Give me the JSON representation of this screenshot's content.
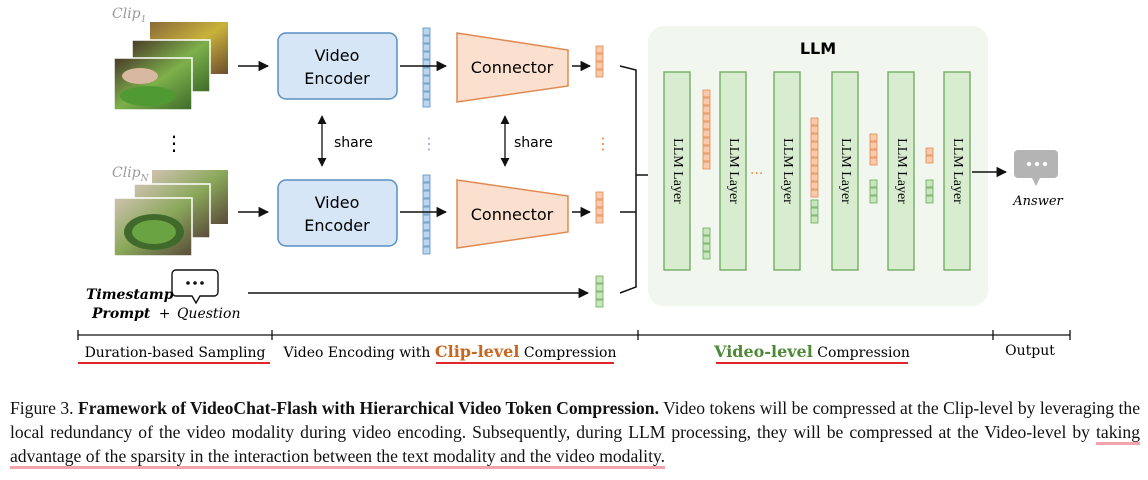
{
  "clips": {
    "first_label": "Clip",
    "first_sub": "1",
    "last_label": "Clip",
    "last_sub": "N"
  },
  "encoder": {
    "line1": "Video",
    "line2": "Encoder"
  },
  "connector": {
    "label": "Connector"
  },
  "share_label": "share",
  "ellipsis_v": "⋮",
  "llm": {
    "title": "LLM",
    "layer_label": "LLM Layer",
    "dots": "···"
  },
  "prompt": {
    "line1": "Timestamp",
    "line2": "Prompt",
    "plus": "+",
    "question": "Question"
  },
  "output": {
    "answer": "Answer"
  },
  "stages": [
    {
      "text": "Duration-based Sampling"
    },
    {
      "pre": "Video Encoding with ",
      "highlight": "Clip-level",
      "post": " Compression"
    },
    {
      "highlight": "Video-level",
      "post": " Compression"
    },
    {
      "text": "Output"
    }
  ],
  "colors": {
    "encoder_fill": "#d6e6f6",
    "encoder_stroke": "#5b8ec4",
    "connector_fill": "#fbe0cf",
    "connector_stroke": "#e08a52",
    "llm_bg": "#f1f6ee",
    "layer_fill": "#d8ecd0",
    "layer_stroke": "#6aa85a",
    "token_blue": "#b9d6f1",
    "token_orange": "#f9c9a9",
    "token_green": "#c7e6bb",
    "clip_level": "#c8661e",
    "video_level": "#4e8a36",
    "underline": "#e0262b"
  },
  "caption": {
    "fig": "Figure 3.",
    "bold": "Framework of VideoChat-Flash with Hierarchical Video Token Compression.",
    "text1": " Video tokens will be compressed at the Clip-level by leveraging the local redundancy of the video modality during video encoding. Subsequently, during LLM processing, they will be compressed at the Video-level by ",
    "highlight": "taking advantage of the sparsity in the interaction between the text modality and the video modality."
  }
}
